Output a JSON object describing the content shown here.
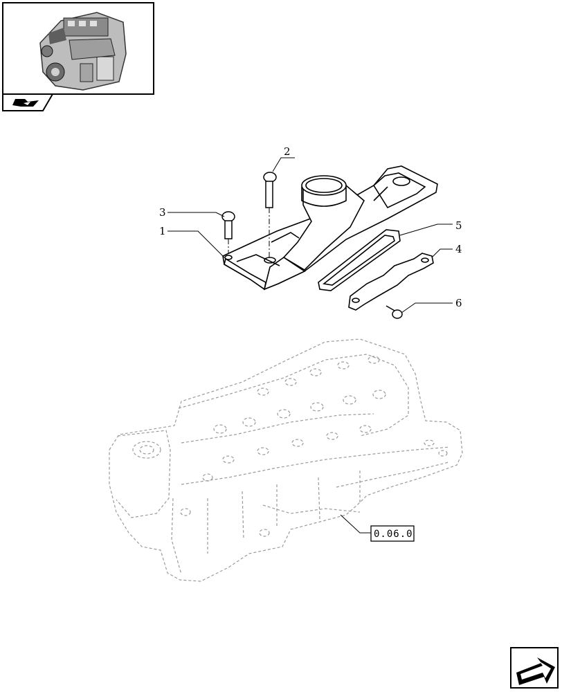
{
  "thumbnail": {
    "icon": "engine-thumbnail-icon"
  },
  "nav": {
    "previous_icon": "back-arrow-icon",
    "next_icon": "next-page-arrow-icon"
  },
  "callouts": {
    "c1": "1",
    "c2": "2",
    "c3": "3",
    "c4": "4",
    "c5": "5",
    "c6": "6"
  },
  "reference": {
    "label": "0.06.0"
  },
  "colors": {
    "line": "#000000",
    "ghost": "#9a9a9a",
    "background": "#ffffff"
  }
}
